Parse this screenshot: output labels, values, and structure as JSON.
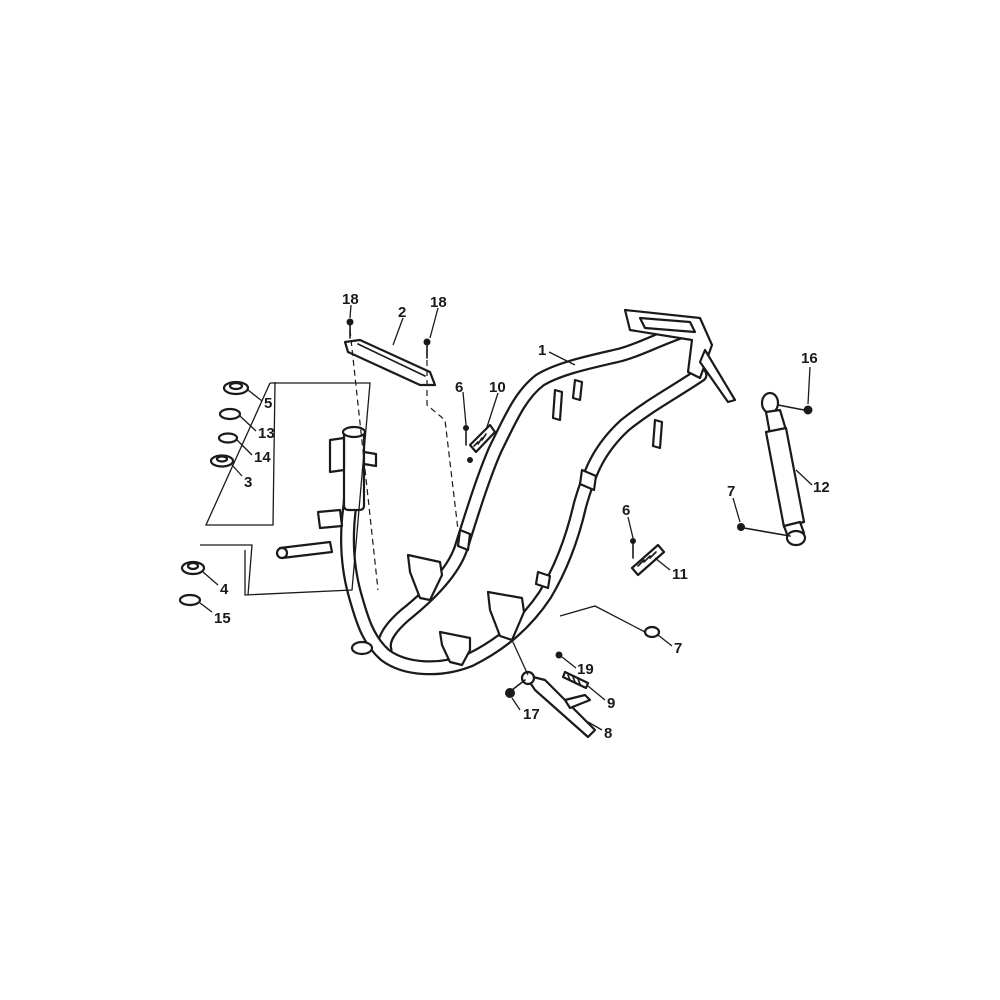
{
  "labels": {
    "l1": "1",
    "l2": "2",
    "l3": "3",
    "l4": "4",
    "l5": "5",
    "l6a": "6",
    "l6b": "6",
    "l7a": "7",
    "l7b": "7",
    "l8": "8",
    "l9": "9",
    "l10": "10",
    "l11": "11",
    "l12": "12",
    "l13": "13",
    "l14": "14",
    "l15": "15",
    "l16": "16",
    "l17": "17",
    "l18a": "18",
    "l18b": "18",
    "l19": "19"
  }
}
